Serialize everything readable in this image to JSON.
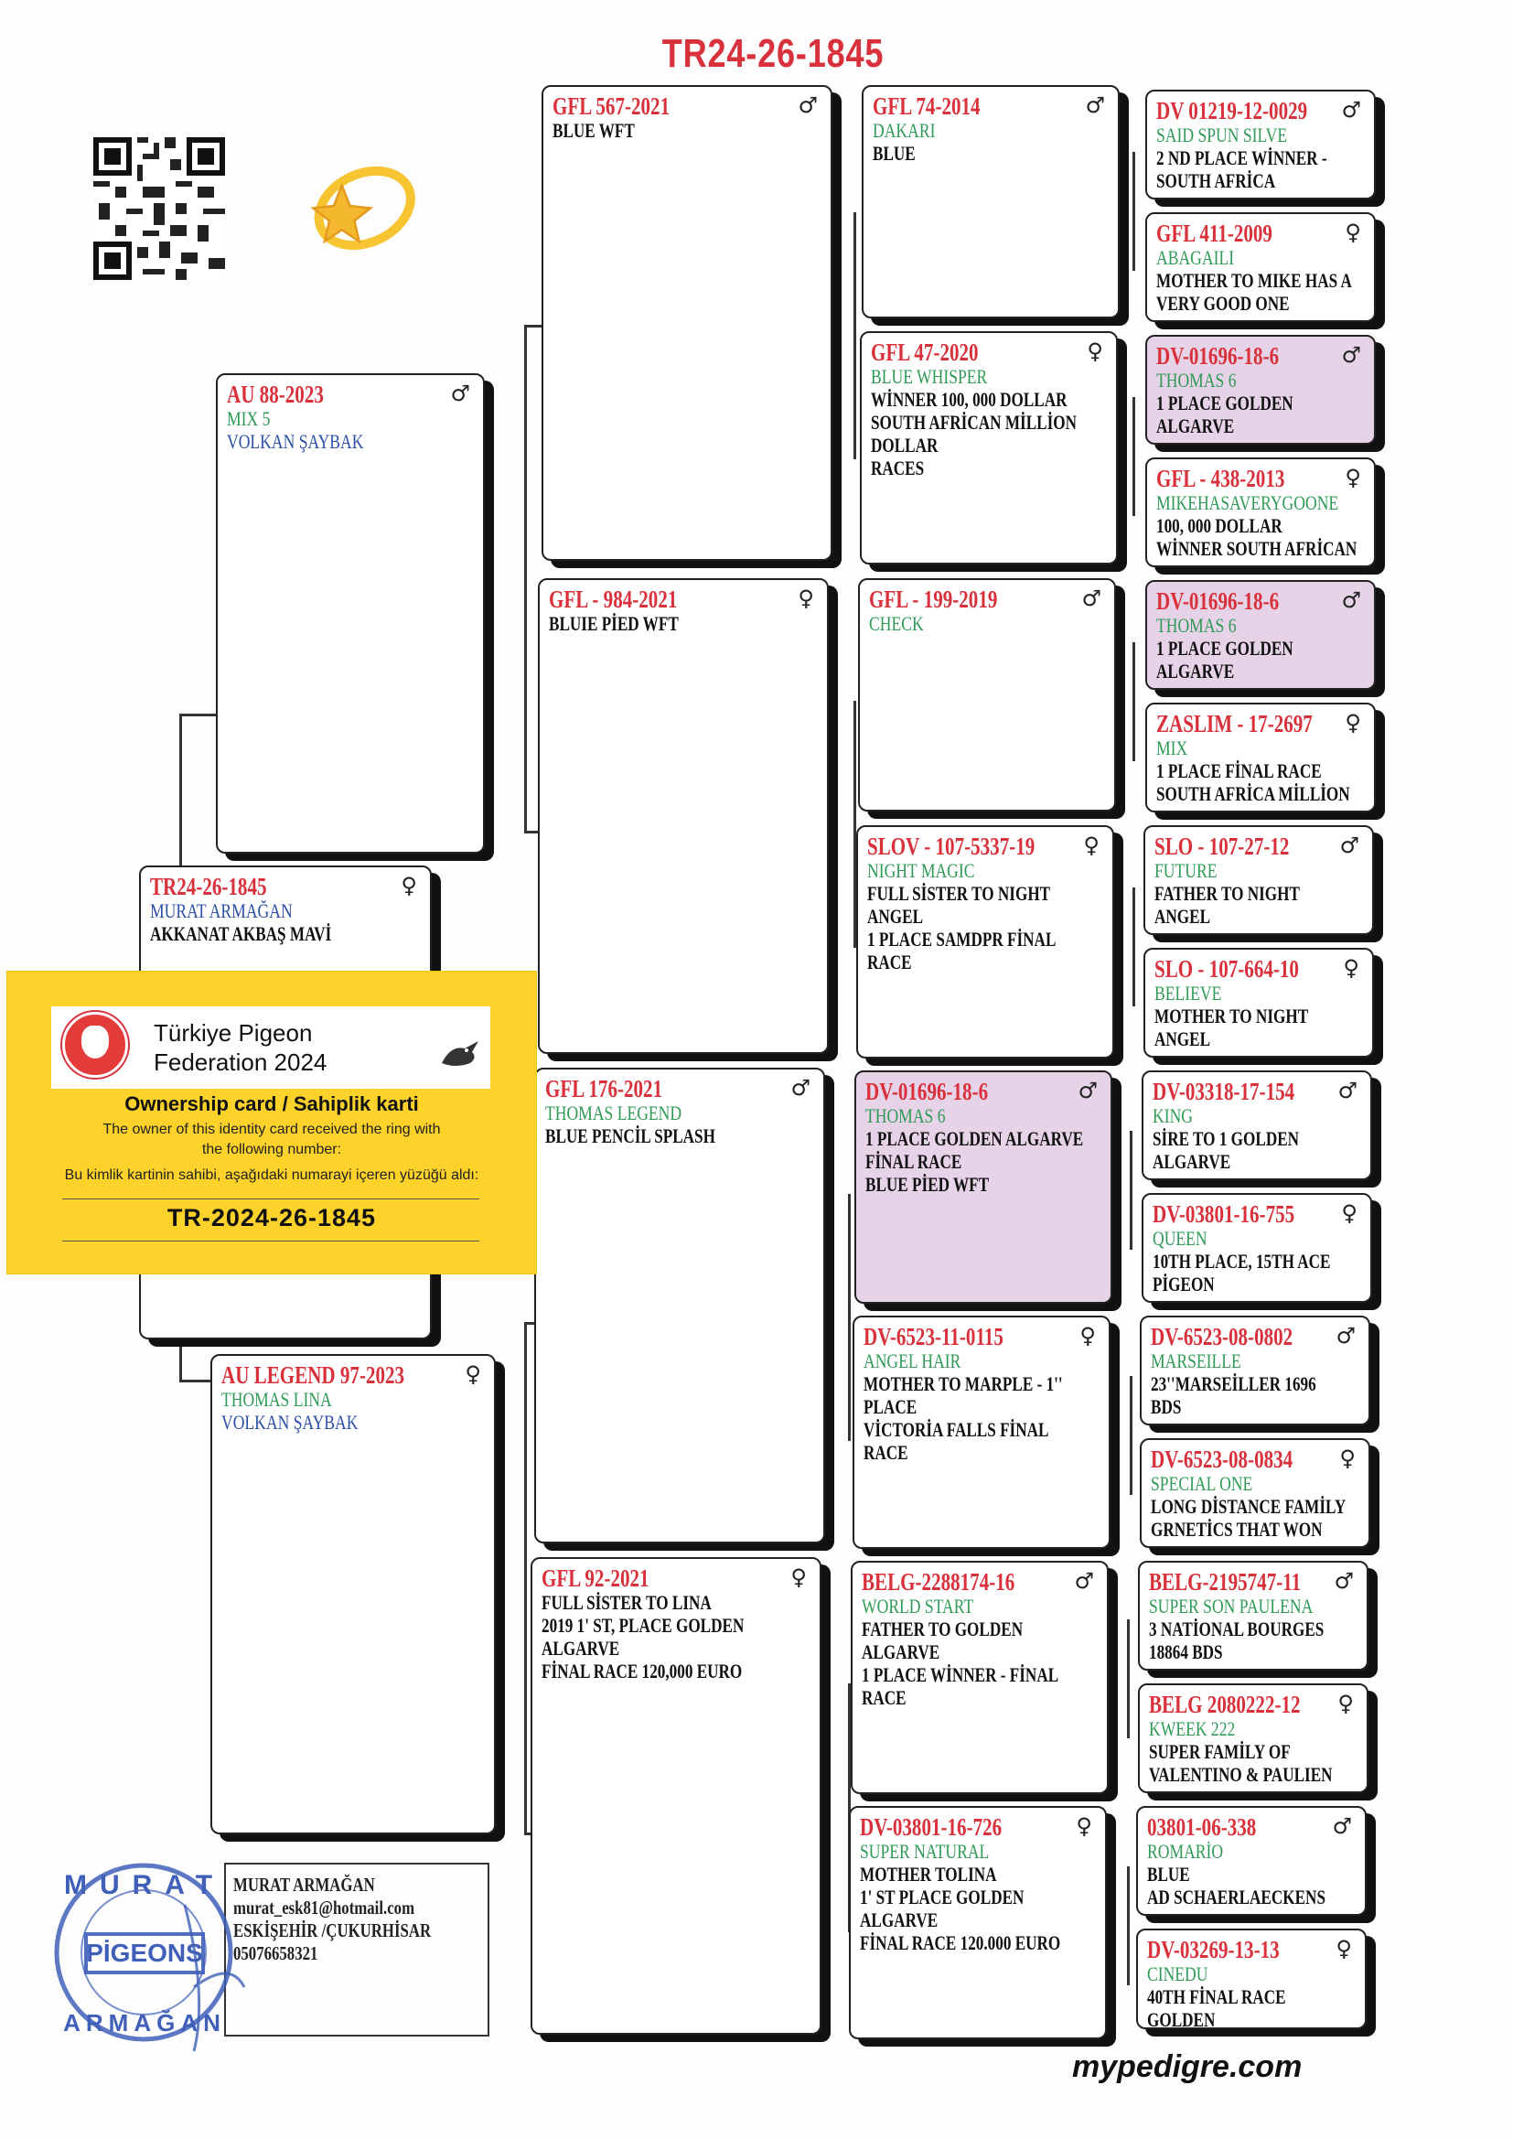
{
  "title": "TR24-26-1845",
  "footer": "mypedigre.com",
  "colors": {
    "ring": "#d8313b",
    "name_green": "#2e9a56",
    "name_blue": "#2b4fa6",
    "highlight": "#e7d3e7",
    "card": "#fdd22b"
  },
  "icons": {
    "qr": "qr-code-icon",
    "star": "star-sparkle-icon",
    "male": "♂",
    "female": "♀"
  },
  "subject": {
    "ring": "TR24-26-1845",
    "sex": "♀",
    "name": "MURAT ARMAĞAN",
    "desc": "AKKANAT AKBAŞ MAVİ"
  },
  "sire": {
    "ring": "AU 88-2023",
    "sex": "♂",
    "name": "MIX 5",
    "desc": "VOLKAN ŞAYBAK"
  },
  "dam": {
    "ring": "AU LEGEND 97-2023",
    "sex": "♀",
    "name": "THOMAS LINA",
    "desc": "VOLKAN ŞAYBAK"
  },
  "gen3": [
    {
      "ring": "GFL 567-2021",
      "sex": "♂",
      "name": "",
      "desc": "BLUE WFT"
    },
    {
      "ring": "GFL - 984-2021",
      "sex": "♀",
      "name": "",
      "desc": "BLUIE PİED WFT"
    },
    {
      "ring": "GFL 176-2021",
      "sex": "♂",
      "name": "THOMAS LEGEND",
      "desc": "BLUE PENCİL SPLASH"
    },
    {
      "ring": "GFL 92-2021",
      "sex": "♀",
      "name": "",
      "desc": "FULL SİSTER TO LINA\n2019 1' ST, PLACE GOLDEN\nALGARVE\nFİNAL RACE 120,000 EURO"
    }
  ],
  "gen4": [
    {
      "ring": "GFL 74-2014",
      "sex": "♂",
      "name": "DAKARI",
      "desc": "BLUE"
    },
    {
      "ring": "GFL 47-2020",
      "sex": "♀",
      "name": "BLUE WHISPER",
      "desc": "WİNNER 100, 000 DOLLAR\nSOUTH AFRİCAN MİLLİON\nDOLLAR\nRACES"
    },
    {
      "ring": "GFL - 199-2019",
      "sex": "♂",
      "name": "CHECK",
      "desc": ""
    },
    {
      "ring": "SLOV - 107-5337-19",
      "sex": "♀",
      "name": "NIGHT MAGIC",
      "desc": "FULL SİSTER TO NIGHT\nANGEL\n1 PLACE SAMDPR FİNAL\nRACE"
    },
    {
      "ring": "DV-01696-18-6",
      "sex": "♂",
      "name": "THOMAS 6",
      "desc": "1 PLACE GOLDEN ALGARVE\nFİNAL RACE\nBLUE PİED WFT"
    },
    {
      "ring": "DV-6523-11-0115",
      "sex": "♀",
      "name": "ANGEL HAIR",
      "desc": "MOTHER TO MARPLE - 1''\nPLACE\nVİCTORİA FALLS FİNAL\nRACE"
    },
    {
      "ring": "BELG-2288174-16",
      "sex": "♂",
      "name": "WORLD START",
      "desc": "FATHER TO GOLDEN\nALGARVE\n1 PLACE WİNNER - FİNAL\nRACE"
    },
    {
      "ring": "DV-03801-16-726",
      "sex": "♀",
      "name": "SUPER NATURAL",
      "desc": "MOTHER TOLINA\n1' ST PLACE GOLDEN\nALGARVE\nFİNAL RACE 120.000 EURO"
    }
  ],
  "gen5": [
    {
      "ring": "DV 01219-12-0029",
      "sex": "♂",
      "name": "SAID SPUN SILVE",
      "desc": "2 ND PLACE WİNNER -\nSOUTH AFRİCA"
    },
    {
      "ring": "GFL 411-2009",
      "sex": "♀",
      "name": "ABAGAILI",
      "desc": "MOTHER TO MIKE HAS A\nVERY GOOD ONE"
    },
    {
      "ring": "DV-01696-18-6",
      "sex": "♂",
      "name": "THOMAS 6",
      "desc": "1 PLACE GOLDEN\nALGARVE"
    },
    {
      "ring": "GFL - 438-2013",
      "sex": "♀",
      "name": "MIKEHASAVERYGOONE",
      "desc": "100, 000 DOLLAR\nWİNNER SOUTH AFRİCAN"
    },
    {
      "ring": "DV-01696-18-6",
      "sex": "♂",
      "name": "THOMAS 6",
      "desc": "1 PLACE GOLDEN\nALGARVE"
    },
    {
      "ring": "ZASLIM - 17-2697",
      "sex": "♀",
      "name": "MIX",
      "desc": "1 PLACE FİNAL RACE\nSOUTH AFRİCA MİLLİON"
    },
    {
      "ring": "SLO - 107-27-12",
      "sex": "♂",
      "name": "FUTURE",
      "desc": "FATHER TO NIGHT\nANGEL"
    },
    {
      "ring": "SLO - 107-664-10",
      "sex": "♀",
      "name": "BELIEVE",
      "desc": "MOTHER TO NIGHT\nANGEL"
    },
    {
      "ring": "DV-03318-17-154",
      "sex": "♂",
      "name": "KING",
      "desc": "SİRE TO 1 GOLDEN\nALGARVE"
    },
    {
      "ring": "DV-03801-16-755",
      "sex": "♀",
      "name": "QUEEN",
      "desc": "10TH PLACE, 15TH ACE\nPİGEON"
    },
    {
      "ring": "DV-6523-08-0802",
      "sex": "♂",
      "name": "MARSEILLE",
      "desc": "23''MARSEİLLER  1696\nBDS"
    },
    {
      "ring": "DV-6523-08-0834",
      "sex": "♀",
      "name": "SPECIAL ONE",
      "desc": "LONG DİSTANCE FAMİLY\nGRNETİCS THAT WON"
    },
    {
      "ring": "BELG-2195747-11",
      "sex": "♂",
      "name": "SUPER SON PAULENA",
      "desc": "3 NATİONAL BOURGES\n18864 BDS"
    },
    {
      "ring": "BELG 2080222-12",
      "sex": "♀",
      "name": "KWEEK 222",
      "desc": "SUPER FAMİLY OF\nVALENTINO & PAULIEN"
    },
    {
      "ring": "03801-06-338",
      "sex": "♂",
      "name": "ROMARİO",
      "desc": "BLUE\nAD SCHAERLAECKENS"
    },
    {
      "ring": "DV-03269-13-13",
      "sex": "♀",
      "name": "CINEDU",
      "desc": "40TH FİNAL RACE\nGOLDEN"
    }
  ],
  "card": {
    "line1": "Türkiye Pigeon",
    "line2": "Federation 2024",
    "heading": "Ownership card / Sahiplik karti",
    "en1": "The owner of this identity card received the ring with",
    "en2": "the following number:",
    "tr": "Bu kimlik kartinin sahibi, aşağıdaki numarayi içeren yüzüğü aldı:",
    "number": "TR-2024-26-1845"
  },
  "owner": {
    "name": "MURAT ARMAĞAN",
    "email": "murat_esk81@hotmail.com",
    "city": "ESKİŞEHİR /ÇUKURHİSAR",
    "phone": "05076658321"
  },
  "stamp": {
    "top": "MURAT",
    "center": "PİGEONS",
    "bottom": "ARMAĞAN"
  }
}
